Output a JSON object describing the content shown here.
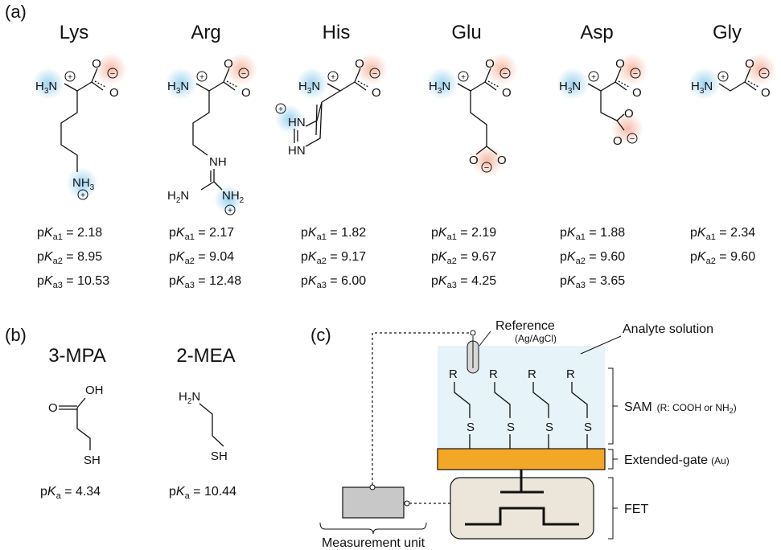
{
  "panels": {
    "a": "(a)",
    "b": "(b)",
    "c": "(c)"
  },
  "amino_acids": [
    {
      "name": "Lys",
      "pk1": "2.18",
      "pk2": "8.95",
      "pk3": "10.53"
    },
    {
      "name": "Arg",
      "pk1": "2.17",
      "pk2": "9.04",
      "pk3": "12.48"
    },
    {
      "name": "His",
      "pk1": "1.82",
      "pk2": "9.17",
      "pk3": "6.00"
    },
    {
      "name": "Glu",
      "pk1": "2.19",
      "pk2": "9.67",
      "pk3": "4.25"
    },
    {
      "name": "Asp",
      "pk1": "1.88",
      "pk2": "9.60",
      "pk3": "3.65"
    },
    {
      "name": "Gly",
      "pk1": "2.34",
      "pk2": "9.60"
    }
  ],
  "thiols": [
    {
      "name": "3-MPA",
      "pka": "4.34"
    },
    {
      "name": "2-MEA",
      "pka": "10.44"
    }
  ],
  "diagram": {
    "reference": "Reference",
    "reference_sub": "(Ag/AgCl)",
    "analyte": "Analyte solution",
    "sam": "SAM",
    "sam_note_pre": "(R: COOH or NH",
    "sam_note_sub": "2",
    "sam_note_post": ")",
    "gate": "Extended-gate",
    "gate_note": "(Au)",
    "fet": "FET",
    "measurement": "Measurement unit",
    "r_label": "R",
    "s_label": "S"
  },
  "colors": {
    "positive_glow": "#7fc4ea",
    "negative_glow": "#f4a58c",
    "analyte_bg": "#e6f4fa",
    "gold": "#f2a727",
    "fet_bg": "#ece6da",
    "unit_bg": "#c8c8c8"
  }
}
